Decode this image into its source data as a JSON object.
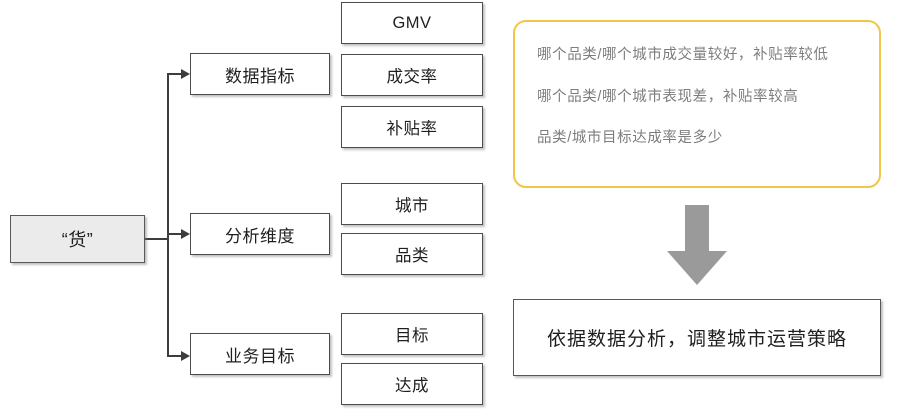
{
  "diagram": {
    "root": {
      "label": "“货”"
    },
    "branches": [
      {
        "label": "数据指标",
        "leaves": [
          {
            "label": "GMV"
          },
          {
            "label": "成交率"
          },
          {
            "label": "补贴率"
          }
        ]
      },
      {
        "label": "分析维度",
        "leaves": [
          {
            "label": "城市"
          },
          {
            "label": "品类"
          }
        ]
      },
      {
        "label": "业务目标",
        "leaves": [
          {
            "label": "目标"
          },
          {
            "label": "达成"
          }
        ]
      }
    ],
    "questions": {
      "lines": [
        "哪个品类/哪个城市成交量较好，补贴率较低",
        "哪个品类/哪个城市表现差，补贴率较高",
        "品类/城市目标达成率是多少"
      ]
    },
    "conclusion": {
      "label": "依据数据分析，调整城市运营策略"
    },
    "colors": {
      "root_fill": "#ebebeb",
      "box_border": "#4c4c4c",
      "question_border": "#f0c64a",
      "question_text": "#7d7d7d",
      "arrow_gray": "#9a9a9a",
      "connector": "#3d3d3d"
    }
  }
}
